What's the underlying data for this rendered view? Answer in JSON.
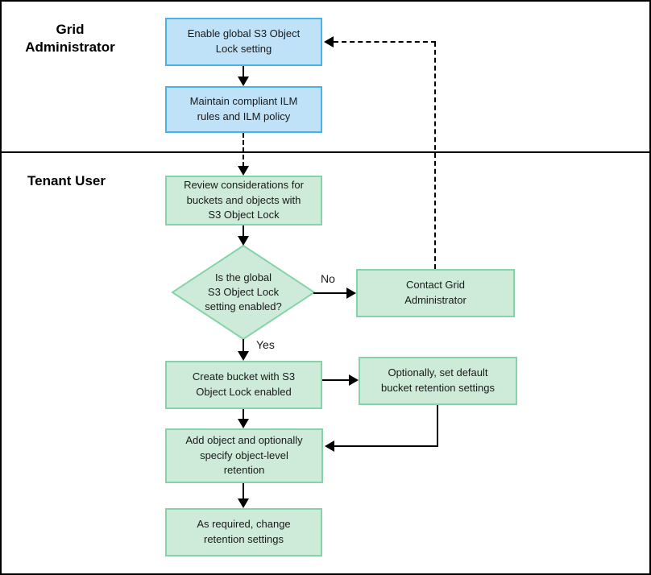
{
  "lanes": {
    "admin": {
      "label": "Grid\nAdministrator"
    },
    "tenant": {
      "label": "Tenant User"
    }
  },
  "nodes": {
    "enable_global": "Enable global S3 Object\nLock setting",
    "maintain_ilm": "Maintain compliant ILM\nrules and ILM policy",
    "review": "Review considerations for\nbuckets and objects with\nS3 Object Lock",
    "decision": "Is the global\nS3 Object Lock\nsetting enabled?",
    "contact": "Contact Grid\nAdministrator",
    "create_bucket": "Create bucket with S3\nObject Lock enabled",
    "optional_default": "Optionally, set default\nbucket retention settings",
    "add_object": "Add object and optionally\nspecify object-level\nretention",
    "change_retention": "As required, change\nretention settings"
  },
  "edge_labels": {
    "no": "No",
    "yes": "Yes"
  },
  "colors": {
    "admin_node_fill": "#bfe2f8",
    "admin_node_border": "#4ab3e6",
    "tenant_node_fill": "#cdebd8",
    "tenant_node_border": "#87d3a9",
    "connector": "#000000"
  }
}
